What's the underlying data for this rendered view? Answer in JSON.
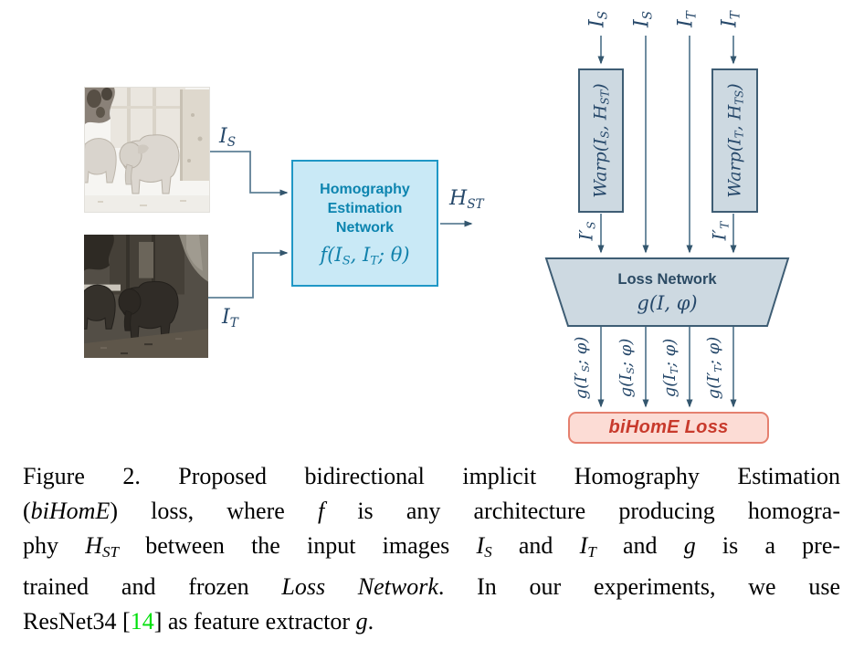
{
  "colors": {
    "hen_fill": "#c9e9f6",
    "hen_border": "#1f97c6",
    "hen_text": "#0c84af",
    "loss_fill": "#cdd9e1",
    "loss_border": "#3e5d74",
    "loss_text": "#2b4a63",
    "bihome_fill": "#fcdcd5",
    "bihome_border": "#e5806f",
    "bihome_text": "#c83a2c",
    "wire": "#5f8096",
    "arrowhead": "#33566e",
    "math_text": "#26486a",
    "citation_green": "#00e00b"
  },
  "diagram": {
    "source_image_label": [
      {
        "t": "I"
      },
      {
        "t": "S",
        "s": "sub"
      }
    ],
    "target_image_label": [
      {
        "t": "I"
      },
      {
        "t": "T",
        "s": "sub"
      }
    ],
    "hen": {
      "title_lines": [
        "Homography",
        "Estimation",
        "Network"
      ],
      "formula": [
        {
          "t": "f("
        },
        {
          "t": "I"
        },
        {
          "t": "S",
          "s": "sub"
        },
        {
          "t": ", "
        },
        {
          "t": "I"
        },
        {
          "t": "T",
          "s": "sub"
        },
        {
          "t": "; θ)"
        }
      ]
    },
    "hst_label": [
      {
        "t": "H"
      },
      {
        "t": "ST",
        "s": "sub"
      }
    ],
    "top_labels": [
      [
        {
          "t": "I"
        },
        {
          "t": "S",
          "s": "sub"
        }
      ],
      [
        {
          "t": "I"
        },
        {
          "t": "S",
          "s": "sub"
        }
      ],
      [
        {
          "t": "I"
        },
        {
          "t": "T",
          "s": "sub"
        }
      ],
      [
        {
          "t": "I"
        },
        {
          "t": "T",
          "s": "sub"
        }
      ]
    ],
    "warp_source": [
      {
        "t": "Warp("
      },
      {
        "t": "I"
      },
      {
        "t": "S",
        "s": "sub"
      },
      {
        "t": ", "
      },
      {
        "t": "H"
      },
      {
        "t": "ST",
        "s": "sub"
      },
      {
        "t": ")"
      }
    ],
    "warp_target": [
      {
        "t": "Warp("
      },
      {
        "t": "I"
      },
      {
        "t": "T",
        "s": "sub"
      },
      {
        "t": ", "
      },
      {
        "t": "H"
      },
      {
        "t": "TS",
        "s": "sub"
      },
      {
        "t": ")"
      }
    ],
    "warped_source_label": [
      {
        "t": "I′"
      },
      {
        "t": "S",
        "s": "sub"
      }
    ],
    "warped_target_label": [
      {
        "t": "I′"
      },
      {
        "t": "T",
        "s": "sub"
      }
    ],
    "loss_network": {
      "title": "Loss Network",
      "formula": [
        {
          "t": "g(I, φ)"
        }
      ]
    },
    "feature_labels": [
      [
        {
          "t": "g("
        },
        {
          "t": "I′"
        },
        {
          "t": "S",
          "s": "sub"
        },
        {
          "t": "; φ)"
        }
      ],
      [
        {
          "t": "g("
        },
        {
          "t": "I"
        },
        {
          "t": "S",
          "s": "sub"
        },
        {
          "t": "; φ)"
        }
      ],
      [
        {
          "t": "g("
        },
        {
          "t": "I"
        },
        {
          "t": "T",
          "s": "sub"
        },
        {
          "t": "; φ)"
        }
      ],
      [
        {
          "t": "g("
        },
        {
          "t": "I′"
        },
        {
          "t": "T",
          "s": "sub"
        },
        {
          "t": "; φ)"
        }
      ]
    ],
    "bihome_label": "biHomE Loss"
  },
  "caption": {
    "lines": [
      [
        {
          "t": "Figure 2. Proposed bidirectional implicit Homography Estimation"
        }
      ],
      [
        {
          "t": "("
        },
        {
          "t": "biHomE",
          "s": "i"
        },
        {
          "t": ") loss, where "
        },
        {
          "t": "f",
          "s": "i"
        },
        {
          "t": " is any architecture producing homogra-"
        }
      ],
      [
        {
          "t": "phy "
        },
        {
          "t": "H",
          "s": "i"
        },
        {
          "t": "ST",
          "s": "sub"
        },
        {
          "t": " between the input images "
        },
        {
          "t": "I",
          "s": "i"
        },
        {
          "t": "S",
          "s": "sub"
        },
        {
          "t": " and "
        },
        {
          "t": "I",
          "s": "i"
        },
        {
          "t": "T",
          "s": "sub"
        },
        {
          "t": " and "
        },
        {
          "t": "g",
          "s": "i"
        },
        {
          "t": " is a pre-"
        }
      ],
      [
        {
          "t": "trained and frozen "
        },
        {
          "t": "Loss Network",
          "s": "i"
        },
        {
          "t": ".  In our experiments, we use"
        }
      ],
      [
        {
          "t": "ResNet34 ["
        },
        {
          "t": "14",
          "s": "green"
        },
        {
          "t": "] as feature extractor "
        },
        {
          "t": "g",
          "s": "i"
        },
        {
          "t": "."
        }
      ]
    ]
  }
}
